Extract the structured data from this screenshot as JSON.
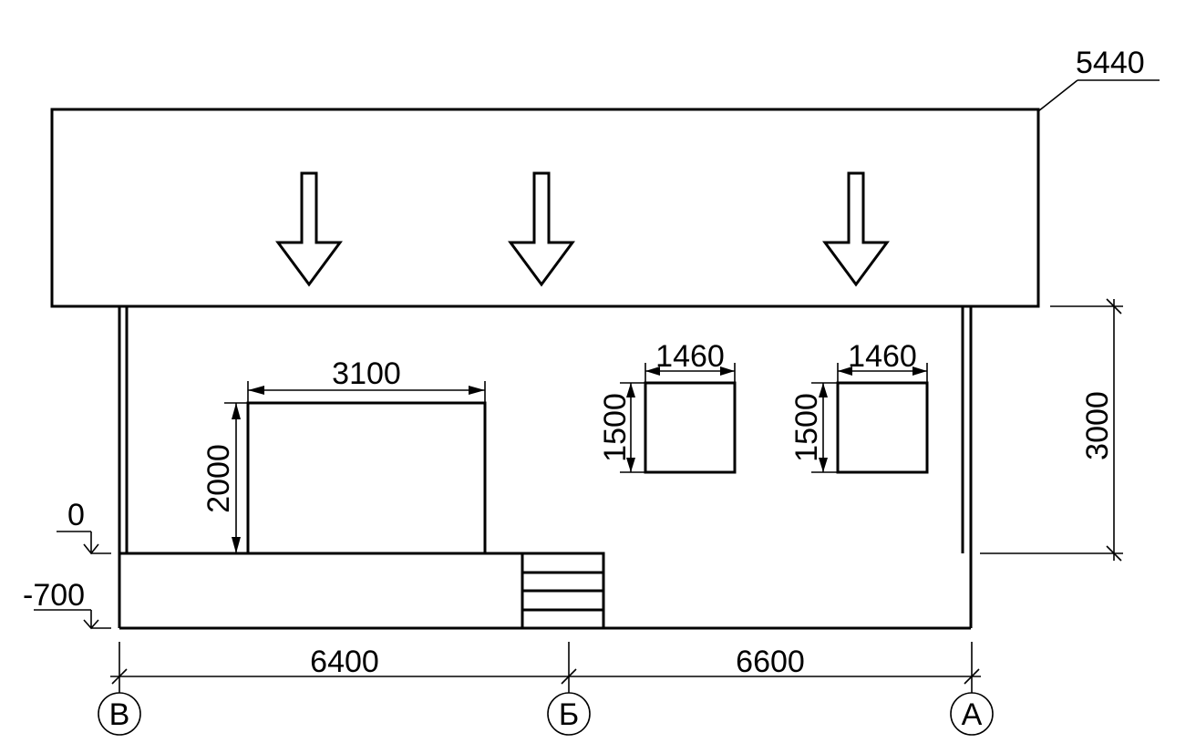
{
  "elevation": {
    "roof_height_mark": "5440",
    "wall_height_dim": "3000",
    "door_width_dim": "3100",
    "door_height_dim": "2000",
    "window_1_width_dim": "1460",
    "window_1_height_dim": "1500",
    "window_2_width_dim": "1460",
    "window_2_height_dim": "1500",
    "level_zero_mark": "0",
    "level_base_mark": "-700",
    "span_left_dim": "6400",
    "span_right_dim": "6600"
  },
  "axes": {
    "left": "В",
    "middle": "Б",
    "right": "А"
  }
}
